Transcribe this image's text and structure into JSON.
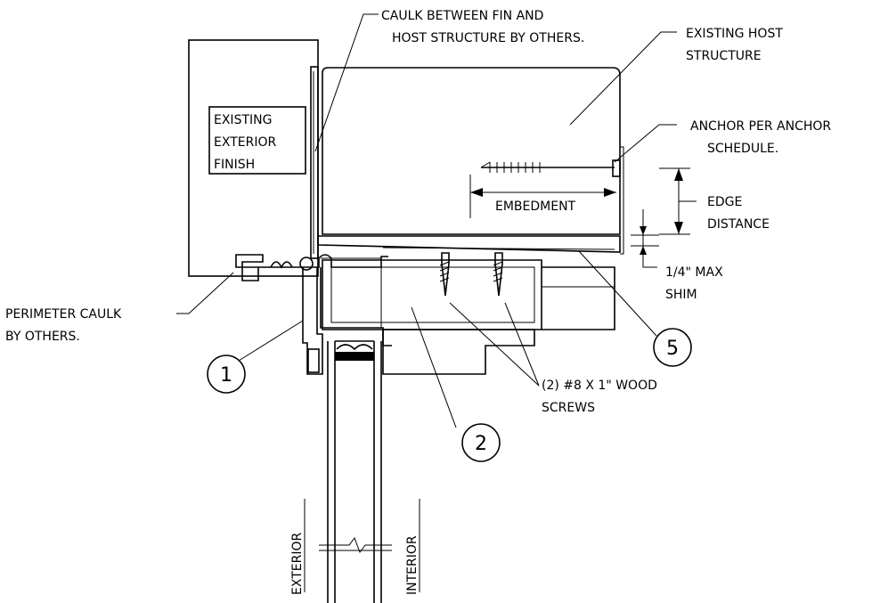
{
  "labels": {
    "caulk_fin_line1": "CAULK BETWEEN FIN AND",
    "caulk_fin_line2": "HOST STRUCTURE BY OTHERS.",
    "existing_host_line1": "EXISTING HOST",
    "existing_host_line2": "STRUCTURE",
    "anchor_line1": "ANCHOR PER ANCHOR",
    "anchor_line2": "SCHEDULE.",
    "embedment": "EMBEDMENT",
    "edge_distance_line1": "EDGE",
    "edge_distance_line2": "DISTANCE",
    "shim_line1": "1/4\" MAX",
    "shim_line2": "SHIM",
    "exterior_finish_line1": "EXISTING",
    "exterior_finish_line2": "EXTERIOR",
    "exterior_finish_line3": "FINISH",
    "perimeter_caulk_line1": "PERIMETER CAULK",
    "perimeter_caulk_line2": "BY OTHERS.",
    "screws_line1": "(2) #8 X 1\" WOOD",
    "screws_line2": "SCREWS",
    "exterior": "EXTERIOR",
    "interior": "INTERIOR"
  },
  "callouts": [
    "1",
    "2",
    "5"
  ]
}
